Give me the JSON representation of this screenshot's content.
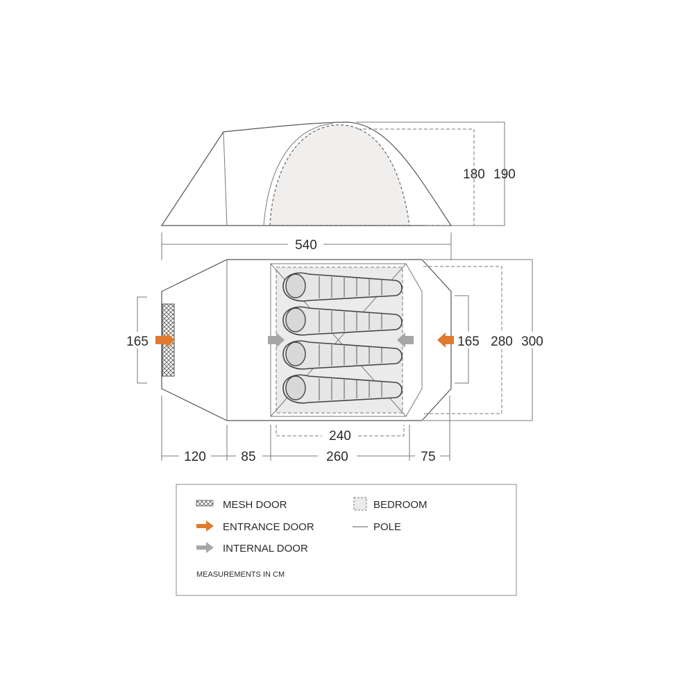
{
  "side_view": {
    "inner_height": "180",
    "outer_height": "190"
  },
  "plan_view": {
    "overall_length": "540",
    "door_width_left": "165",
    "door_width_right": "165",
    "inner_width": "280",
    "outer_width": "300",
    "bedroom_length": "240",
    "seg_porch": "120",
    "seg_living": "85",
    "seg_bedroom": "260",
    "seg_rear": "75",
    "sleeping_bags": 4
  },
  "legend": {
    "mesh_door": "MESH DOOR",
    "entrance_door": "ENTRANCE DOOR",
    "internal_door": "INTERNAL DOOR",
    "bedroom": "BEDROOM",
    "pole": "POLE",
    "note": "MEASUREMENTS IN CM"
  },
  "colors": {
    "entrance_arrow": "#e07a2e",
    "internal_arrow": "#a6a6a6",
    "bedroom_fill": "#ebebeb",
    "bag_fill": "#e6e6e6",
    "dome_fill": "#f1efed"
  }
}
